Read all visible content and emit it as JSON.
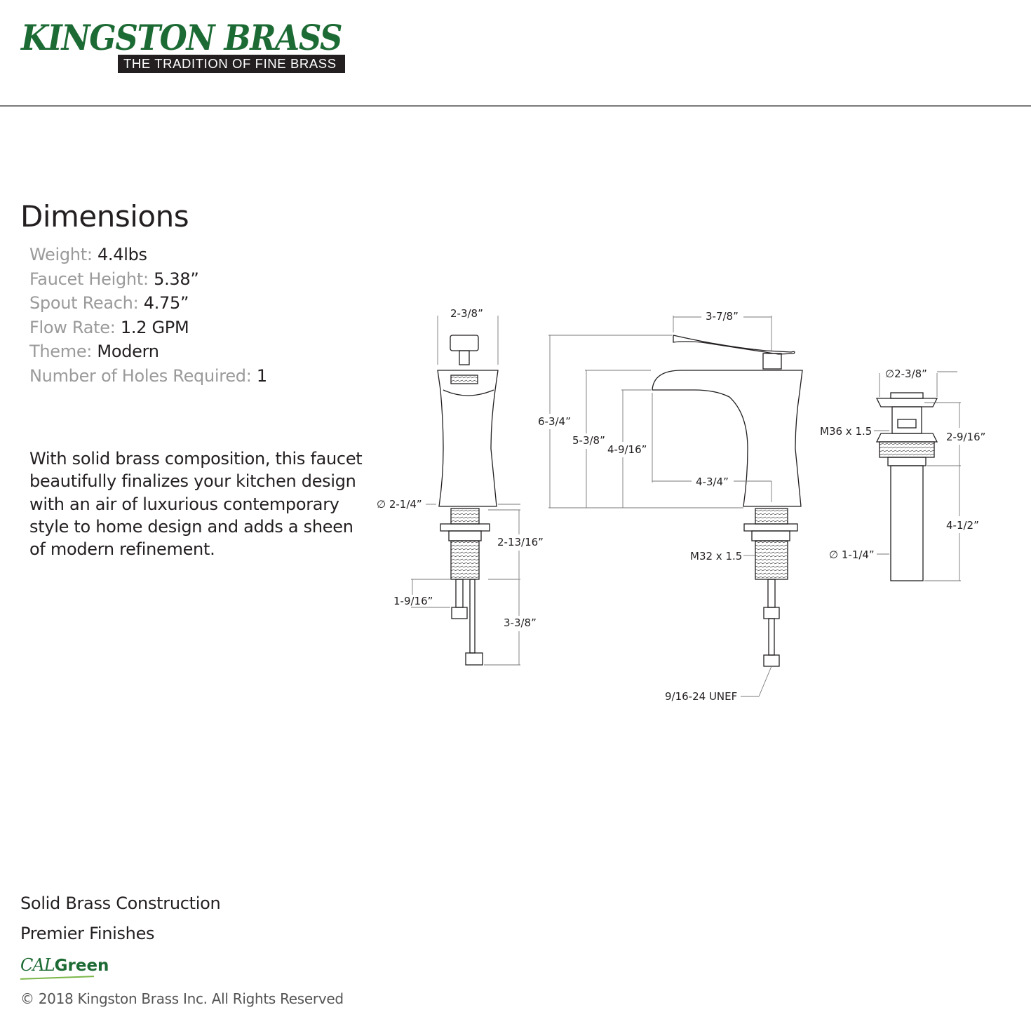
{
  "brand": {
    "name": "KINGSTON BRASS",
    "tagline": "THE TRADITION OF FINE BRASS",
    "primary_color": "#1d6b34"
  },
  "dimensions": {
    "title": "Dimensions",
    "specs": [
      {
        "label": "Weight:",
        "value": "4.4lbs"
      },
      {
        "label": "Faucet Height:",
        "value": "5.38”"
      },
      {
        "label": "Spout Reach:",
        "value": "4.75”"
      },
      {
        "label": "Flow Rate:",
        "value": "1.2 GPM"
      },
      {
        "label": "Theme:",
        "value": "Modern"
      },
      {
        "label": "Number of Holes Required:",
        "value": "1"
      }
    ]
  },
  "description": "With solid brass composition, this faucet beautifully finalizes your kitchen design with an air of luxurious contemporary style to home design and adds a sheen of modern refinement.",
  "diagram": {
    "side_view": {
      "top_width": "2-3/8”",
      "base_diameter": "∅ 2-1/4”",
      "shank_length": "2-13/16”",
      "connector_length": "1-9/16”",
      "supply_length": "3-3/8”"
    },
    "front_view": {
      "handle_length": "3-7/8”",
      "overall_height": "6-3/4”",
      "spout_height": "5-3/8”",
      "spout_clearance": "4-9/16”",
      "spout_reach": "4-3/4”",
      "thread": "M32 x 1.5",
      "supply_thread": "9/16-24 UNEF"
    },
    "drain_view": {
      "cap_diameter": "∅2-3/8”",
      "thread": "M36 x 1.5",
      "body_height": "2-9/16”",
      "tail_length": "4-1/2”",
      "tail_diameter": "∅ 1-1/4”"
    }
  },
  "features": [
    "Solid Brass Construction",
    "Premier Finishes"
  ],
  "calgreen": {
    "part1": "CAL",
    "part2": "Green"
  },
  "copyright": "© 2018 Kingston Brass Inc. All Rights Reserved"
}
